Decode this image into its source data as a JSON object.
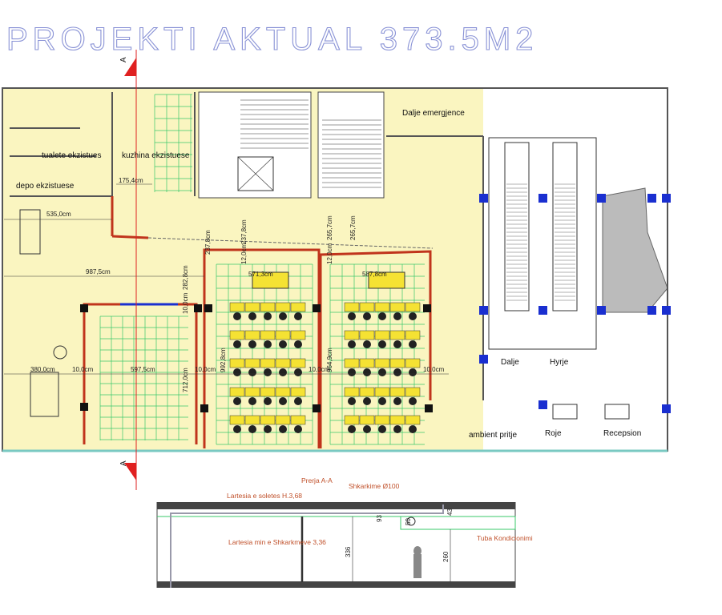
{
  "title": "PROJEKTI AKTUAL 373.5M2",
  "colors": {
    "floor": "#faf5c0",
    "wall_new": "#c0341c",
    "grid": "#38c86a",
    "column": "#1a2fd0",
    "section_text": "#c0502a",
    "title": "#8a93d6"
  },
  "section_marker": "A",
  "rooms": {
    "emergency_exit": "Dalje emergjence",
    "toilets": "tualete ekzistues",
    "kitchen": "kuzhina ekzistuese",
    "storage": "depo ekzistuese",
    "exit": "Dalje",
    "entrance": "Hyrje",
    "waiting": "ambient pritje",
    "guard": "Roje",
    "reception": "Recepsion"
  },
  "dimensions": {
    "d175": "175,4cm",
    "d535": "535,0cm",
    "d987": "987,5cm",
    "d237a": "237,8cm",
    "d237b": "237,8cm",
    "d265a": "265,7cm",
    "d265b": "265,7cm",
    "d12a": "12,0cm",
    "d12b": "12,0cm",
    "d282": "282,8cm",
    "d571": "571,3cm",
    "d587": "587,8cm",
    "d10a": "10,0cm",
    "d10b": "10,0cm",
    "d10c": "10,0cm",
    "d10d": "10,0cm",
    "d10e": "10,0cm",
    "d380": "380,0cm",
    "d597": "597,5cm",
    "d712": "712,0cm",
    "d992": "992,8cm",
    "d964": "964,9cm"
  },
  "section": {
    "title": "Prerja A-A",
    "exhaust": "Shkarkime Ø100",
    "slab_height": "Lartesia e soletes H.3,68",
    "min_exhaust_height": "Lartesia min e Shkarkmeve 3,36",
    "ac_pipe": "Tuba Kondicionimi",
    "dim93": "93",
    "dim43": "43",
    "dim50": "50",
    "dim336": "336",
    "dim260": "260"
  }
}
